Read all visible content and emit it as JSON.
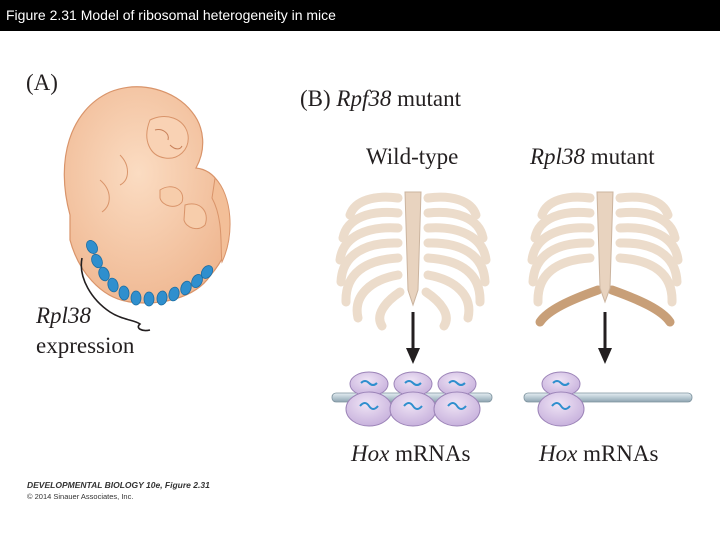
{
  "header": {
    "title": "Figure 2.31  Model of ribosomal heterogeneity in mice"
  },
  "panel_a": {
    "label": "(A)",
    "gene": "Rpl38",
    "expression": "expression"
  },
  "panel_b": {
    "label_prefix": "(B) ",
    "label_gene": "Rpf38",
    "label_suffix": " mutant",
    "wildtype": "Wild-type",
    "mutant_gene": "Rpl38",
    "mutant_suffix": " mutant",
    "hox_gene": "Hox",
    "hox_suffix": " mRNAs"
  },
  "credit": {
    "line1": "DEVELOPMENTAL BIOLOGY 10e, Figure 2.31",
    "line2": "© 2014 Sinauer Associates, Inc."
  },
  "colors": {
    "embryo": "#f6c9a7",
    "expression_dots": "#2f8fce",
    "bone": "#ecdccb",
    "mutant_bone": "#c89f78",
    "ribosome": "#d9c7e6",
    "mrna": "#c6d6df"
  }
}
